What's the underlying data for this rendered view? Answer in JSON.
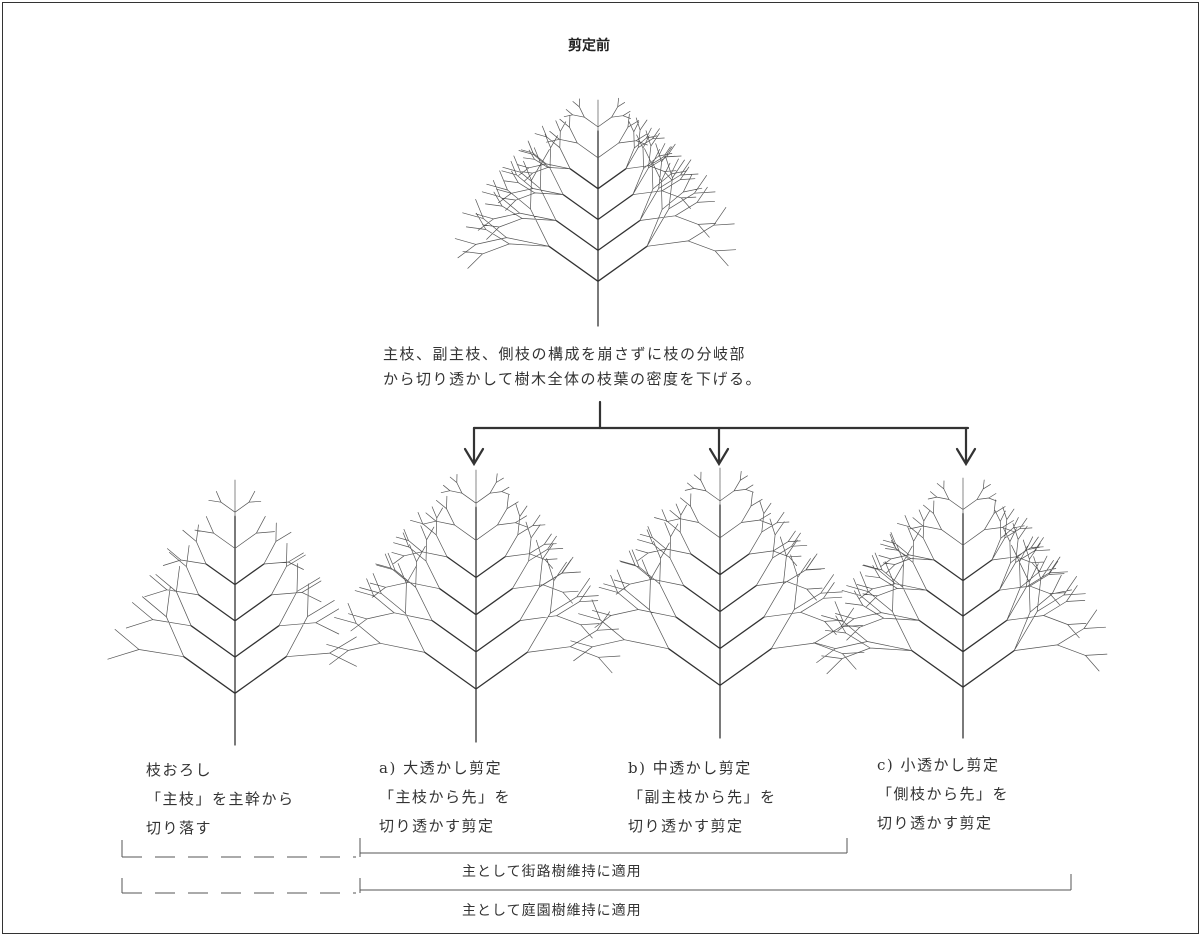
{
  "title": "剪定前",
  "description": {
    "line1": "主枝、副主枝、側枝の構成を崩さずに枝の分岐部",
    "line2": "から切り透かして樹木全体の枝葉の密度を下げる。"
  },
  "methods": [
    {
      "lines": [
        "枝おろし",
        "「主枝」を主幹から",
        "切り落す"
      ]
    },
    {
      "lines": [
        "a) 大透かし剪定",
        "「主枝から先」を",
        "切り透かす剪定"
      ]
    },
    {
      "lines": [
        "b) 中透かし剪定",
        "「副主枝から先」を",
        "切り透かす剪定"
      ]
    },
    {
      "lines": [
        "c) 小透かし剪定",
        "「側枝から先」を",
        "切り透かす剪定"
      ]
    }
  ],
  "scopes": {
    "street": "主として街路樹維持に適用",
    "garden": "主として庭園樹維持に適用"
  }
}
